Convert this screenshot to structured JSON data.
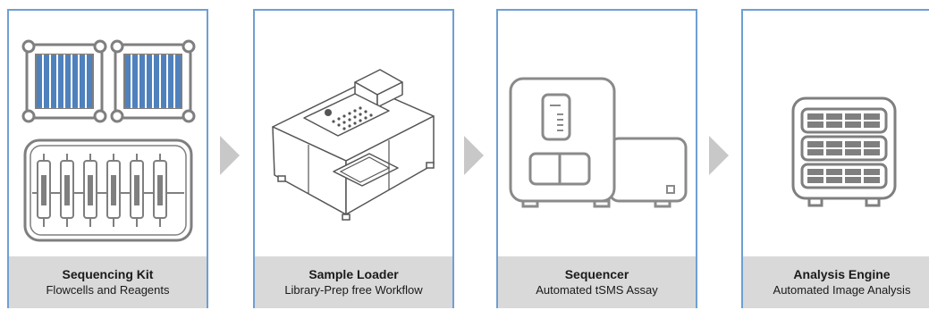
{
  "steps": [
    {
      "title": "Sequencing Kit",
      "subtitle": "Flowcells and Reagents",
      "icon": "sequencing-kit-icon"
    },
    {
      "title": "Sample Loader",
      "subtitle": "Library-Prep free Workflow",
      "icon": "sample-loader-icon"
    },
    {
      "title": "Sequencer",
      "subtitle": "Automated tSMS Assay",
      "icon": "sequencer-icon"
    },
    {
      "title": "Analysis Engine",
      "subtitle": "Automated Image Analysis",
      "icon": "analysis-engine-icon"
    }
  ],
  "colors": {
    "border": "#6f9fd3",
    "caption_bg": "#d9d9d9",
    "arrow": "#c8c8c8",
    "flowcell_lane": "#4f81bd",
    "line_art": "#8a8a8a"
  }
}
